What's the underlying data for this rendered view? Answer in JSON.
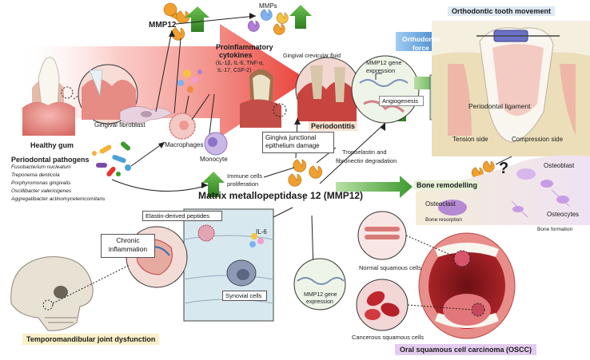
{
  "title": "Matrix metallopeptidase 12 (MMP12)",
  "labels": {
    "mmp12_top": "MMP12",
    "mmps": "MMPs",
    "proinflammatory": "Proinflammatory",
    "cytokines": "cytokines",
    "cytokine_list_1": "(IL-1β, IL-6, TNF-α,",
    "cytokine_list_2": "IL-17, CSF-2)",
    "gingival_fluid": "Gingival crevicular fluid",
    "gingival_fibroblast": "Gingival fibroblast",
    "macrophages": "Macrophages",
    "monocyte": "Monocyte",
    "healthy_gum": "Healthy gum",
    "periodontitis": "Periodontitis",
    "gingiva_damage_1": "Gingiva junctional",
    "gingiva_damage_2": "epithelium damage",
    "tropoelastin_1": "Tropoelastin and",
    "tropoelastin_2": "fibronectin degradation",
    "immune_1": "Immune cells",
    "immune_2": "proliferation",
    "orthodontic_title": "Orthodontic tooth movement",
    "orthodontic_force_1": "Orthodontic",
    "orthodontic_force_2": "force",
    "mmp12_gene_1": "MMP12 gene",
    "mmp12_gene_2": "expression",
    "angiogenesis": "Angiogenesis",
    "periodontal_ligament": "Periodontal ligament",
    "tension_side": "Tension side",
    "compression_side": "Compression side",
    "bone_remodelling": "Bone remodelling",
    "question": "?",
    "osteoblast": "Osteoblast",
    "osteoclast": "Osteoclast",
    "osteocytes": "Osteocytes",
    "bone_resorption": "Bone resorption",
    "bone_formation": "Bone formation",
    "elastin_peptides": "Elastin-derived peptides",
    "il6": "IL-6",
    "chronic_1": "Chronic",
    "chronic_2": "inflammation",
    "synovial_cells": "Synovial cells",
    "tmj": "Temporomandibular joint dysfunction",
    "normal_squamous": "Normal squamous cells",
    "cancerous_squamous": "Cancerous squamous cells",
    "mmp12_gene_lower_1": "MMP12 gene",
    "mmp12_gene_lower_2": "expression",
    "oscc": "Oral squamous cell carcinoma (OSCC)"
  },
  "pathogens": {
    "heading": "Periodontal pathogens",
    "items": [
      "Fusobacterium nucleatum",
      "Treponema denticola",
      "Porphyromonas gingivalis",
      "Oscillibacter valericigenes",
      "Aggregatibacter actinomycetemcomitans"
    ]
  },
  "colors": {
    "mmp_orange": "#f0a030",
    "arrow_green": "#3d9a2e",
    "inflammation_red": "#e8342a",
    "orthodontic_blue": "#1e7ac8",
    "title_bg_blue": "#dfe9f5",
    "periodontitis_bg": "#f8e1cf",
    "bone_remodelling_bg": "#e6f2d6",
    "tmj_bg": "#fbf0c8",
    "oscc_bg": "#e4ccf0"
  }
}
